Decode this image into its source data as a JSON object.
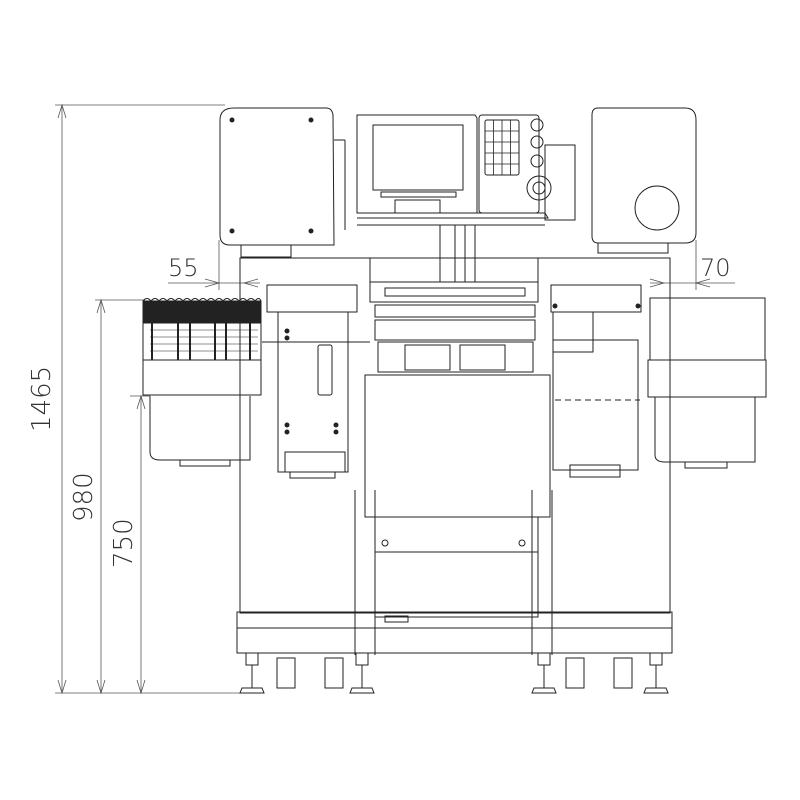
{
  "drawing": {
    "type": "front elevation engineering drawing",
    "subject": "machine with central control panel, side cassette units and tray feeders"
  },
  "dimensions": {
    "overall_height": "1465",
    "feeder_top_height": "980",
    "feeder_bottom_height": "750",
    "left_overhang": "55",
    "right_overhang": "70"
  },
  "control_panel": {
    "keypad_rows": 5,
    "keypad_cols": 4,
    "knobs": 3
  },
  "colors": {
    "line": "#222222",
    "dim_line": "#555555",
    "background": "#ffffff"
  }
}
